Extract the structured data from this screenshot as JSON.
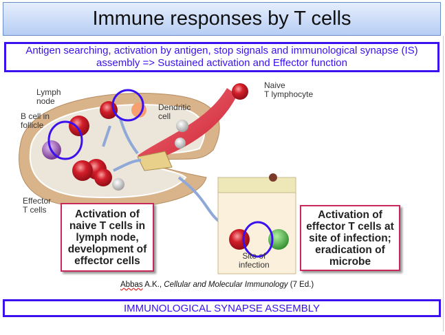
{
  "slide": {
    "title": "Immune responses by T cells",
    "subtitle_line1": "Antigen searching, activation by antigen, stop signals and immunological synapse (IS)",
    "subtitle_line2": "assembly => Sustained activation and Effector function",
    "bottom_banner": "IMMUNOLOGICAL SYNAPSE ASSEMBLY"
  },
  "diagram": {
    "labels": {
      "lymph_node": [
        "Lymph",
        "node"
      ],
      "b_cell": [
        "B cell in",
        "follicle"
      ],
      "dendritic_cell": [
        "Dendritic",
        "cell"
      ],
      "naive_t": [
        "Naive",
        "T lymphocyte"
      ],
      "effector_t": [
        "Effector",
        "T cells"
      ],
      "site_infection": [
        "Site of",
        "infection"
      ]
    },
    "callouts": {
      "left": [
        "Activation of",
        "naive T cells in",
        "lymph node,",
        "development of",
        "effector cells"
      ],
      "right": [
        "Activation of",
        "effector T cells at",
        "site of infection;",
        "eradication of",
        "microbe"
      ]
    }
  },
  "citation": {
    "author": "Abbas",
    "author_rest": " A.K., ",
    "book": "Cellular and Molecular Immunology",
    "edition": " (7 Ed.)"
  },
  "colors": {
    "accent_blue": "#3a10ee",
    "callout_border": "#c8285a",
    "title_gradient_top": "#e6eefc",
    "title_gradient_bottom": "#b7cdf4"
  }
}
